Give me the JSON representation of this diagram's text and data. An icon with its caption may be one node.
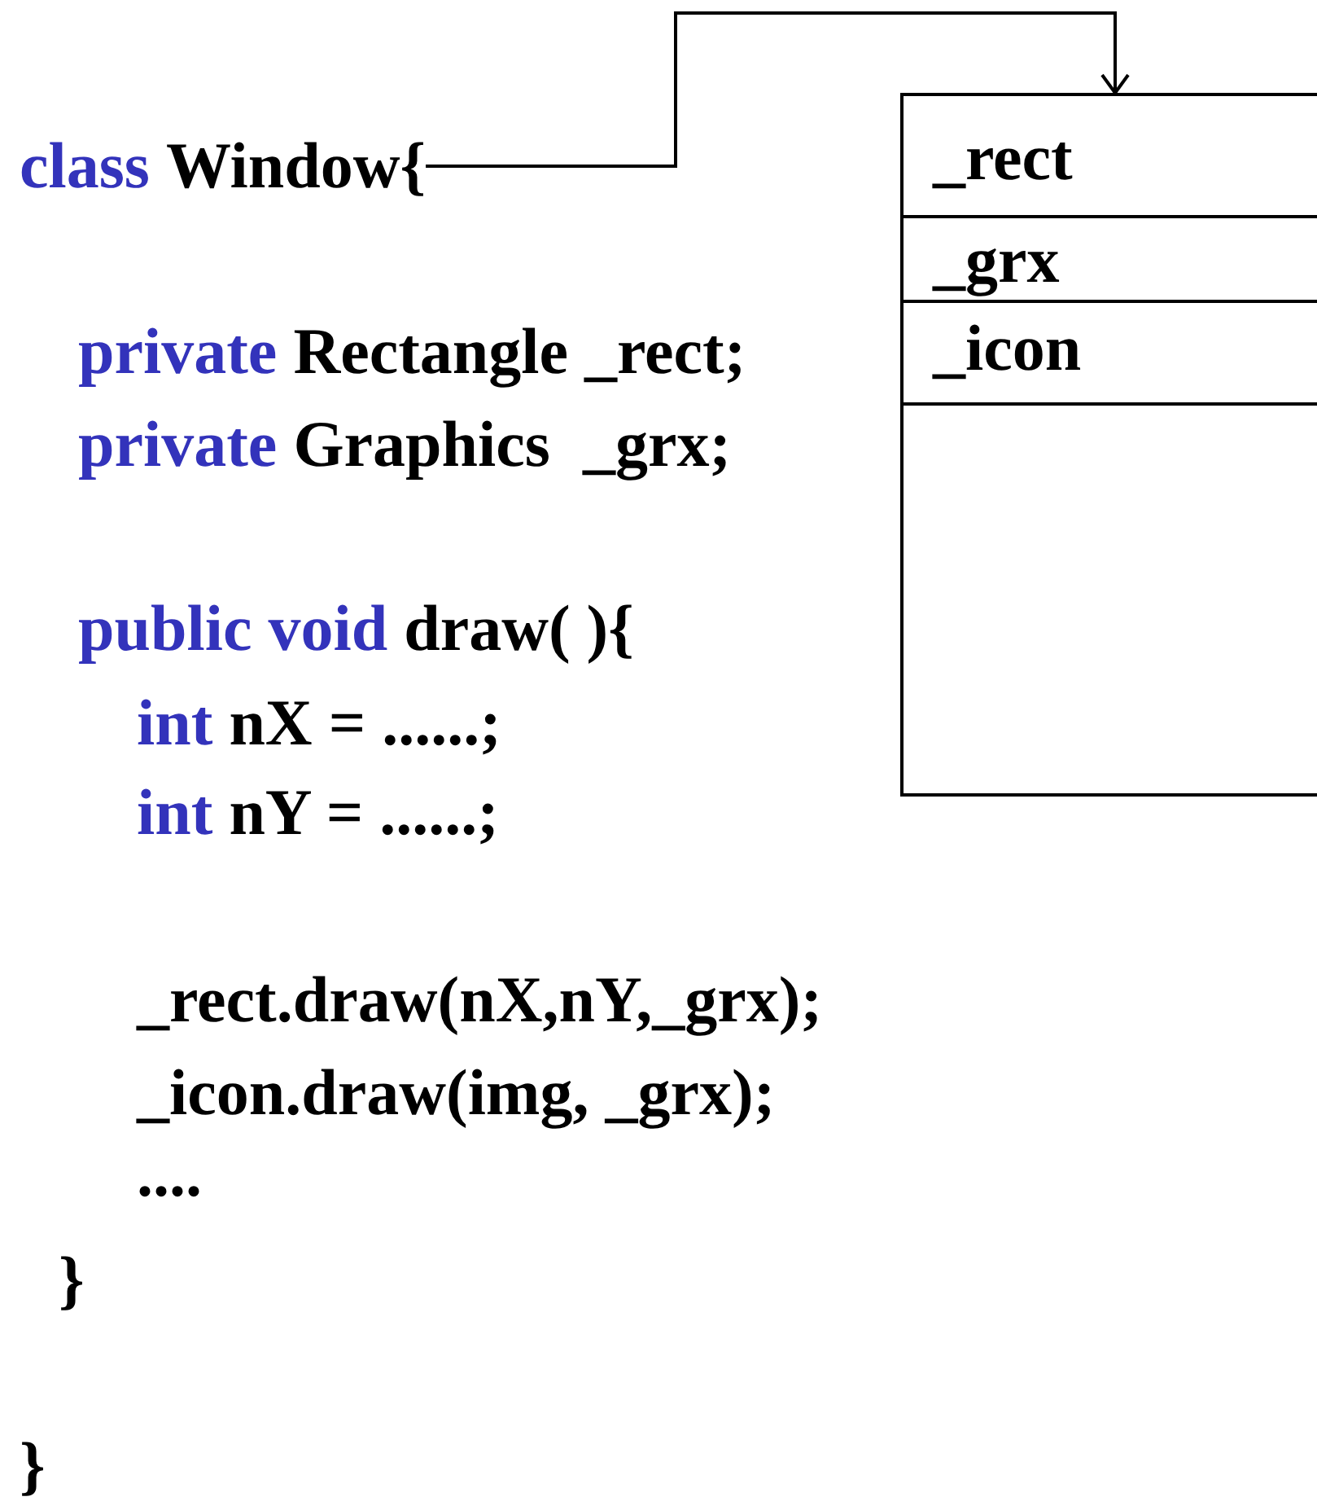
{
  "diagram": {
    "nodes": [
      {
        "text": [
          "class",
          "Window{"
        ]
      },
      {
        "text": [],
        "shape": "box"
      },
      {
        "text": [
          "_rect"
        ],
        "in": 1
      },
      {
        "text": [
          "_grx"
        ],
        "in": 1
      },
      {
        "text": [
          "_icon"
        ],
        "in": 1
      }
    ],
    "edges": [
      {
        "from": 0,
        "to": 1,
        "arrow": "to"
      }
    ],
    "labels": [
      "private",
      "Rectangle _rect;",
      "private",
      "Graphics  _grx;",
      "public void",
      "draw( ){",
      "int",
      "nX = ......;",
      "int",
      "nY = ......;",
      "_rect.draw(nX,nY,_grx);",
      "_icon.draw(img, _grx);",
      "....",
      "}",
      "}"
    ]
  }
}
